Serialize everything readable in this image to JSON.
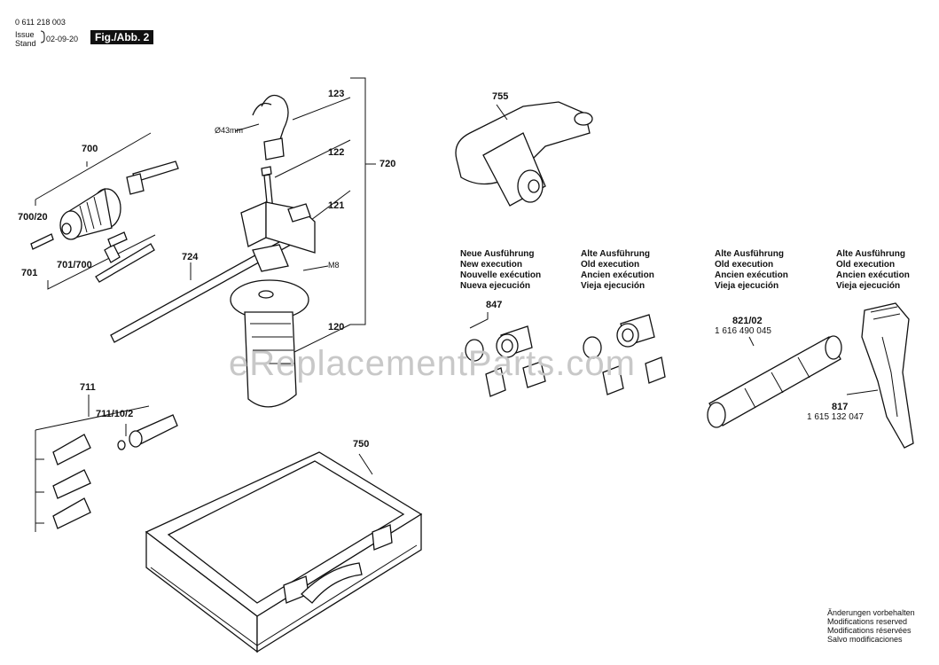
{
  "header": {
    "doc_number": "0 611 218 003",
    "issue_label": "Issue",
    "stand_label": "Stand",
    "date": "02-09-20",
    "figure_label": "Fig./Abb. 2"
  },
  "parts": {
    "p700": "700",
    "p700_20": "700/20",
    "p701": "701",
    "p701_700": "701/700",
    "p724": "724",
    "p123": "123",
    "p122": "122",
    "p121": "121",
    "p120": "120",
    "p720": "720",
    "diameter": "Ø43mm",
    "m8": "M8",
    "p755": "755",
    "p711": "711",
    "p711_10_2": "711/10/2",
    "p750": "750",
    "p847": "847",
    "p821_02": "821/02",
    "p821_02_num": "1 616 490 045",
    "p817": "817",
    "p817_num": "1 615 132 047"
  },
  "versions": {
    "new": [
      "Neue Ausführung",
      "New execution",
      "Nouvelle exécution",
      "Nueva ejecución"
    ],
    "old": [
      "Alte Ausführung",
      "Old execution",
      "Ancien exécution",
      "Vieja ejecución"
    ]
  },
  "footer": [
    "Änderungen vorbehalten",
    "Modifications reserved",
    "Modifications réservées",
    "Salvo modificaciones"
  ],
  "watermark": "eReplacementParts.com"
}
